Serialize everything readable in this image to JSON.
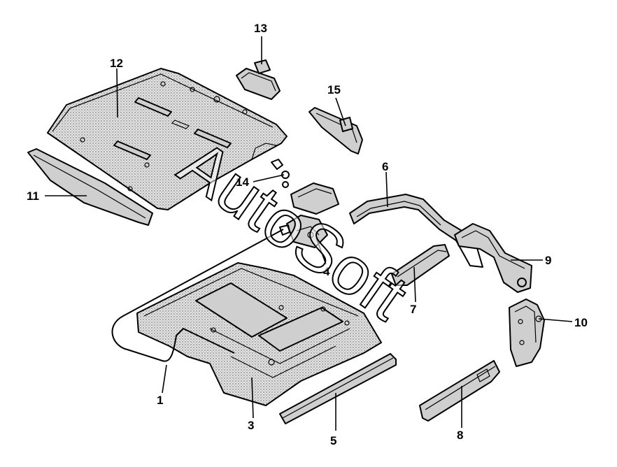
{
  "callouts": {
    "c1": "1",
    "c3": "3",
    "c4": "4",
    "c5": "5",
    "c6": "6",
    "c7": "7",
    "c8": "8",
    "c9": "9",
    "c10": "10",
    "c11": "11",
    "c12": "12",
    "c13": "13",
    "c14": "14",
    "c15": "15"
  },
  "watermark": "AutoSoft",
  "colors": {
    "line": "#000000",
    "panel_fill": "#cfcfcf",
    "background": "#ffffff"
  }
}
